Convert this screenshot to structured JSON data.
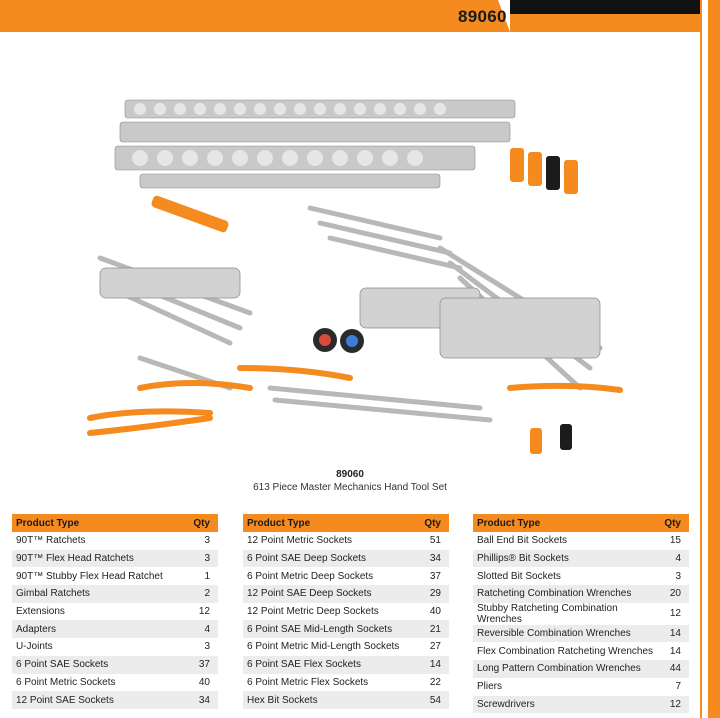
{
  "header": {
    "model": "89060"
  },
  "caption": {
    "model": "89060",
    "name": "613 Piece Master Mechanics Hand Tool Set"
  },
  "colors": {
    "accent": "#f58a1f",
    "row_stripe": "#ececec"
  },
  "table_headers": {
    "product": "Product Type",
    "qty": "Qty"
  },
  "tables": [
    [
      {
        "name": "90T™ Ratchets",
        "qty": "3"
      },
      {
        "name": "90T™ Flex Head Ratchets",
        "qty": "3"
      },
      {
        "name": "90T™ Stubby Flex Head Ratchet",
        "qty": "1"
      },
      {
        "name": "Gimbal Ratchets",
        "qty": "2"
      },
      {
        "name": "Extensions",
        "qty": "12"
      },
      {
        "name": "Adapters",
        "qty": "4"
      },
      {
        "name": "U-Joints",
        "qty": "3"
      },
      {
        "name": "6 Point SAE Sockets",
        "qty": "37"
      },
      {
        "name": "6 Point Metric Sockets",
        "qty": "40"
      },
      {
        "name": "12 Point SAE Sockets",
        "qty": "34"
      }
    ],
    [
      {
        "name": "12 Point Metric Sockets",
        "qty": "51"
      },
      {
        "name": "6 Point SAE Deep Sockets",
        "qty": "34"
      },
      {
        "name": "6 Point Metric Deep Sockets",
        "qty": "37"
      },
      {
        "name": "12 Point SAE Deep Sockets",
        "qty": "29"
      },
      {
        "name": "12 Point Metric Deep Sockets",
        "qty": "40"
      },
      {
        "name": "6 Point SAE Mid-Length Sockets",
        "qty": "21"
      },
      {
        "name": "6 Point Metric Mid-Length Sockets",
        "qty": "27"
      },
      {
        "name": "6 Point SAE Flex Sockets",
        "qty": "14"
      },
      {
        "name": "6 Point Metric Flex Sockets",
        "qty": "22"
      },
      {
        "name": "Hex Bit Sockets",
        "qty": "54"
      }
    ],
    [
      {
        "name": "Ball End Bit Sockets",
        "qty": "15"
      },
      {
        "name": "Phillips® Bit Sockets",
        "qty": "4"
      },
      {
        "name": "Slotted Bit Sockets",
        "qty": "3"
      },
      {
        "name": "Ratcheting Combination Wrenches",
        "qty": "20"
      },
      {
        "name": "Stubby Ratcheting Combination Wrenches",
        "qty": "12"
      },
      {
        "name": "Reversible Combination Wrenches",
        "qty": "14"
      },
      {
        "name": "Flex Combination Ratcheting Wrenches",
        "qty": "14"
      },
      {
        "name": "Long Pattern Combination Wrenches",
        "qty": "44"
      },
      {
        "name": "Pliers",
        "qty": "7"
      },
      {
        "name": "Screwdrivers",
        "qty": "12"
      }
    ]
  ]
}
